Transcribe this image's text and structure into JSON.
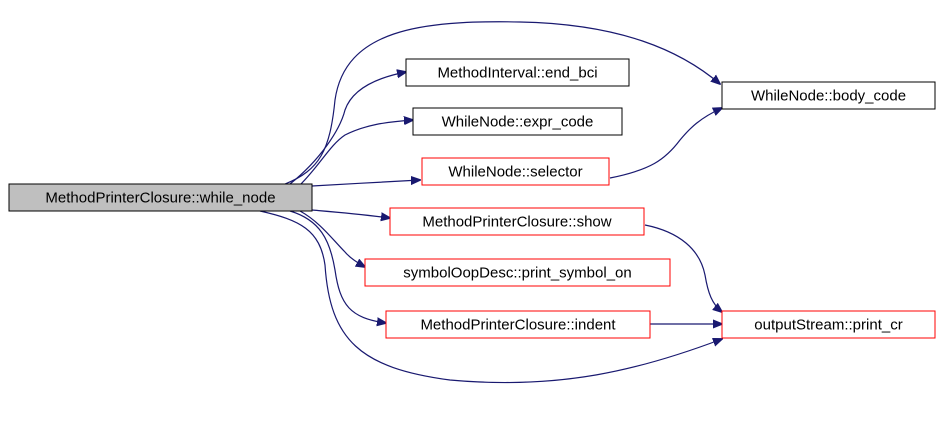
{
  "colors": {
    "root_fill": "#bfbfbf",
    "black_border": "#000000",
    "red_border": "#ff0000",
    "edge": "#191970",
    "background": "#ffffff"
  },
  "nodes": {
    "root": {
      "label": "MethodPrinterClosure::while_node"
    },
    "end_bci": {
      "label": "MethodInterval::end_bci"
    },
    "expr_code": {
      "label": "WhileNode::expr_code"
    },
    "selector": {
      "label": "WhileNode::selector"
    },
    "show": {
      "label": "MethodPrinterClosure::show"
    },
    "print_symbol_on": {
      "label": "symbolOopDesc::print_symbol_on"
    },
    "indent": {
      "label": "MethodPrinterClosure::indent"
    },
    "body_code": {
      "label": "WhileNode::body_code"
    },
    "print_cr": {
      "label": "outputStream::print_cr"
    }
  }
}
